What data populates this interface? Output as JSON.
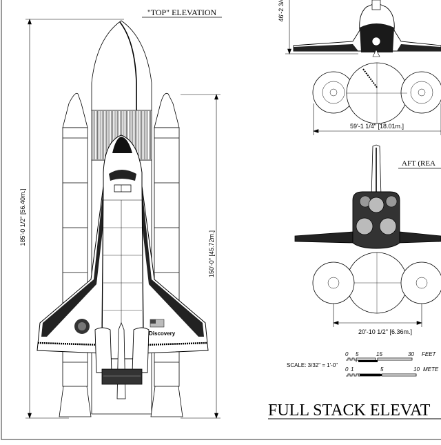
{
  "labels": {
    "top_view": "\"TOP\" ELEVATION",
    "aft_view": "AFT (REA",
    "sheet_title": "FULL STACK ELEVAT",
    "orbiter_name": "Discovery"
  },
  "dimensions": {
    "overall_height": "185'-0 1/2\" [56.40m.]",
    "tank_height": "150'-0\" [45.72m.]",
    "top_height": "46'-2 3/4\" [",
    "top_width": "59'-1 1/4\" [18.01m.]",
    "aft_width": "20'-10 1/2\" [6.36m.]"
  },
  "scale": {
    "label": "SCALE: 3/32\" = 1'-0\"",
    "feet_ticks": [
      "0",
      "5",
      "15",
      "30"
    ],
    "feet_unit": "FEET",
    "meter_ticks": [
      "0",
      "1",
      "5",
      "10"
    ],
    "meter_unit": "METE"
  }
}
